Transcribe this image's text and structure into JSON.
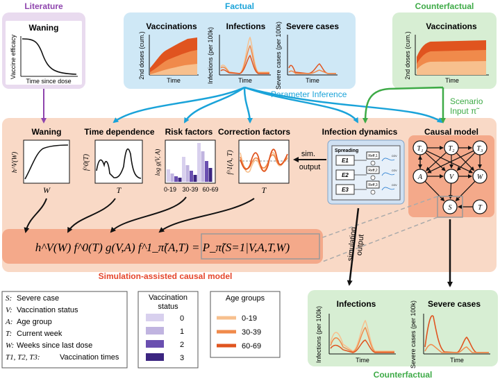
{
  "colors": {
    "literature": "#8e44ad",
    "factual": "#1aa3d9",
    "counterfactual": "#3daa46",
    "sim_model": "#e5452b",
    "orange_dark": "#e0541f",
    "orange_mid": "#f08a4b",
    "orange_light": "#f7c08e",
    "purple_dark": "#3b2580",
    "purple_mid": "#6a4fb0",
    "purple_light": "#c0b4e0"
  },
  "headers": {
    "literature": "Literature",
    "factual": "Factual",
    "counterfactual_top": "Counterfactual",
    "counterfactual_bottom": "Counterfactual",
    "parameter_inference": "Parameter Inference",
    "scenario_input": "Scenario",
    "scenario_symbol": "Input π̃",
    "sim_model": "Simulation-assisted causal model"
  },
  "literature_panel": {
    "title": "Waning",
    "ylabel": "Vaccine efficacy",
    "xlabel": "Time since dose"
  },
  "factual_panels": [
    {
      "title": "Vaccinations",
      "ylabel": "2nd doses (cum.)",
      "xlabel": "Time"
    },
    {
      "title": "Infections",
      "ylabel": "Infections (per 100k)",
      "xlabel": "Time"
    },
    {
      "title": "Severe cases",
      "ylabel": "Severe cases (per 100k)",
      "xlabel": "Time"
    }
  ],
  "counterfactual_top_panel": {
    "title": "Vaccinations",
    "ylabel": "2nd doses (cum.)",
    "xlabel": "Time"
  },
  "model_panels": [
    {
      "title": "Waning",
      "ylabel": "h^V(W)",
      "xlabel": "W"
    },
    {
      "title": "Time dependence",
      "ylabel": "f^0(T)",
      "xlabel": "T"
    },
    {
      "title": "Risk factors",
      "ylabel": "log g(V, A)",
      "xlabel": ""
    },
    {
      "title": "Correction factors",
      "ylabel": "f^1(A, T)",
      "xlabel": "T"
    }
  ],
  "risk_ticks": [
    "0-19",
    "30-39",
    "60-69"
  ],
  "sim_output_label": [
    "sim.",
    "output"
  ],
  "infection_dynamics": {
    "title": "Infection dynamics",
    "box_title": "Spreading",
    "compartments": [
      "E1",
      "E2",
      "E3"
    ],
    "rates": [
      "Reff,1",
      "Reff,2",
      "Reff,3"
    ],
    "cov": "COV"
  },
  "causal_model": {
    "title": "Causal model",
    "nodes": [
      "T1",
      "T2",
      "T3",
      "A",
      "V",
      "W",
      "S",
      "T"
    ]
  },
  "formula": "h^V(W) f^0(T) g(V,A) f^1_π̃(A,T) = P_π̃(S=1|V,A,T,W)",
  "simulation_output": [
    "simulation",
    "output"
  ],
  "legend": {
    "items": [
      {
        "sym": "S:",
        "text": "Severe case"
      },
      {
        "sym": "V:",
        "text": "Vaccination status"
      },
      {
        "sym": "A:",
        "text": "Age group"
      },
      {
        "sym": "T:",
        "text": "Current week"
      },
      {
        "sym": "W:",
        "text": "Weeks since last dose"
      },
      {
        "sym": "T1, T2, T3:",
        "text": "Vaccination times"
      }
    ],
    "vacc_title": [
      "Vaccination",
      "status"
    ],
    "vacc_levels": [
      "0",
      "1",
      "2",
      "3"
    ],
    "age_title": "Age groups",
    "age_levels": [
      "0-19",
      "30-39",
      "60-69"
    ]
  },
  "counterfactual_bottom_panels": [
    {
      "title": "Infections",
      "ylabel": "Infections (per 100k)",
      "xlabel": "Time"
    },
    {
      "title": "Severe cases",
      "ylabel": "Severe cases (per 100k)",
      "xlabel": "Time"
    }
  ]
}
